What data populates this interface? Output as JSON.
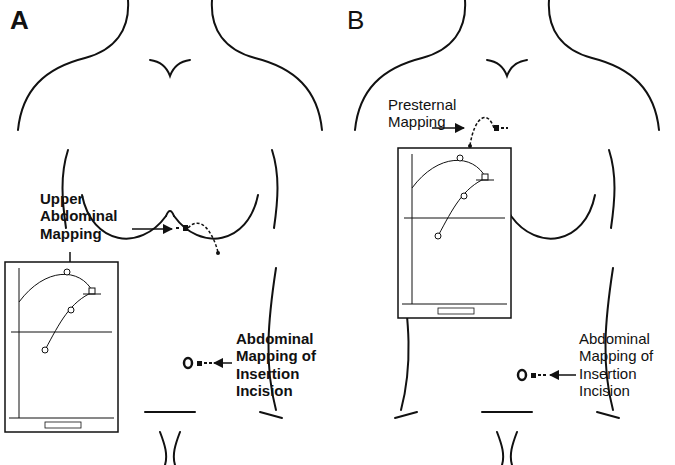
{
  "diagram": {
    "labels": [
      "A",
      "Upper Abdominal Mapping",
      "Abdominal Mapping of Insertion Incision",
      "B",
      "Presternal Mapping",
      "Abdominal Mapping of Insertion Incision"
    ]
  }
}
